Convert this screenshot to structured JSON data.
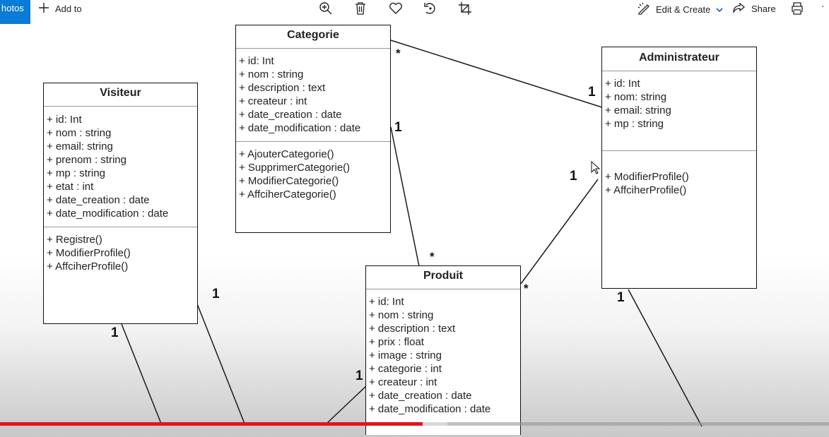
{
  "toolbar": {
    "app_label": "hotos",
    "add_label": "Add to",
    "edit_label": "Edit & Create",
    "share_label": "Share",
    "more_label": "·",
    "icons": [
      "zoom-in-icon",
      "delete-icon",
      "favorite-icon",
      "rotate-icon",
      "crop-icon",
      "edit-create-icon",
      "share-icon",
      "print-icon"
    ]
  },
  "diagram": {
    "classes": {
      "categorie": {
        "name": "Categorie",
        "attributes": [
          "+ id: Int",
          "+ nom : string",
          "+ description : text",
          "+ createur : int",
          "+ date_creation : date",
          "+ date_modification : date"
        ],
        "operations": [
          "+ AjouterCategorie()",
          "+ SupprimerCategorie()",
          "+ ModifierCategorie()",
          "+ AffciherCategorie()"
        ]
      },
      "administrateur": {
        "name": "Administrateur",
        "attributes": [
          "+ id: Int",
          "+ nom: string",
          "+ email: string",
          "+ mp : string"
        ],
        "operations": [
          "+ ModifierProfile()",
          "+ AffciherProfile()"
        ]
      },
      "visiteur": {
        "name": "Visiteur",
        "attributes": [
          "+ id: Int",
          "+ nom : string",
          "+ email: string",
          "+ prenom : string",
          "+ mp : string",
          "+ etat : int",
          "+ date_creation : date",
          "+ date_modification : date"
        ],
        "operations": [
          "+ Registre()",
          "+ ModifierProfile()",
          "+ AffciherProfile()"
        ]
      },
      "produit": {
        "name": "Produit",
        "attributes": [
          "+ id: Int",
          "+ nom : string",
          "+ description : text",
          "+ prix : float",
          "+ image : string",
          "+ categorie : int",
          "+ createur : int",
          "+ date_creation : date",
          "+ date_modification : date"
        ],
        "operations": []
      }
    },
    "multiplicities": {
      "cat_admin_cat": "*",
      "cat_admin_admin": "1",
      "cat_prod_cat": "1",
      "cat_prod_prod": "*",
      "admin_prod_admin": "1",
      "admin_prod_prod": "*",
      "vis_a": "1",
      "vis_b": "1",
      "prod_left": "1",
      "admin_bottom": "1"
    }
  },
  "video": {
    "progress": 0.51,
    "buffered": 0.54
  }
}
